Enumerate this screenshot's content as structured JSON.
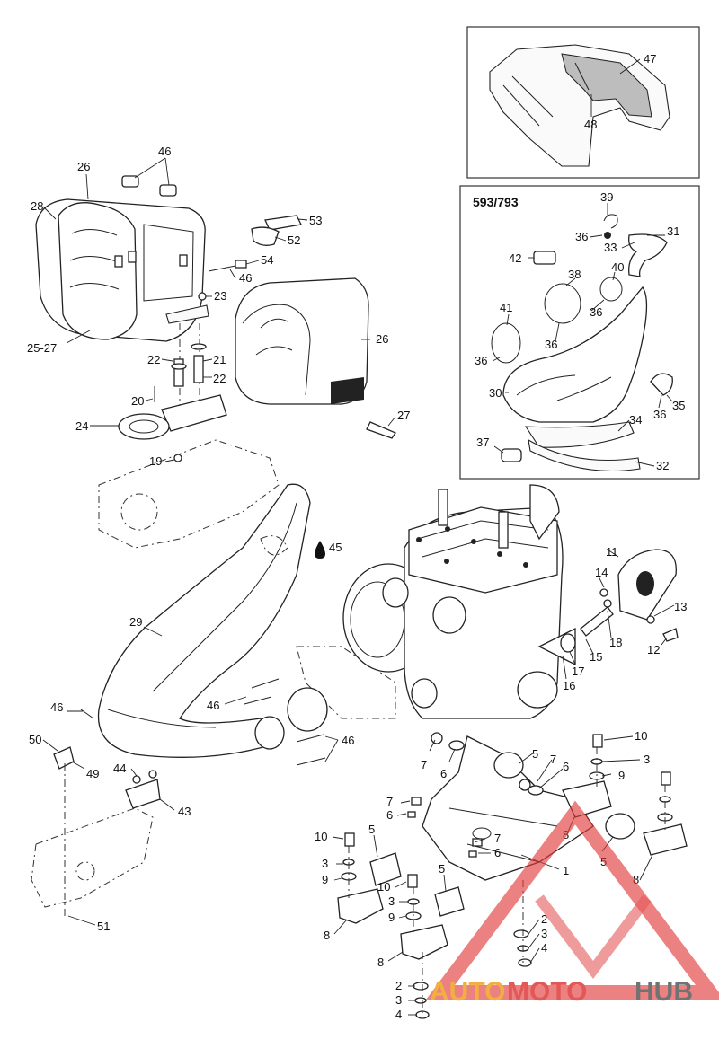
{
  "inset_boxes": {
    "cover_inset": {
      "callouts": [
        "47",
        "48"
      ]
    },
    "model_inset": {
      "title": "593/793",
      "callouts": [
        "39",
        "31",
        "36",
        "33",
        "42",
        "38",
        "40",
        "41",
        "36",
        "36",
        "36",
        "30",
        "34",
        "36",
        "35",
        "37",
        "32"
      ]
    }
  },
  "callouts": {
    "c26a": "26",
    "c46a": "46",
    "c28": "28",
    "c53": "53",
    "c52": "52",
    "c54": "54",
    "c46b": "46",
    "c23": "23",
    "c2527": "25-27",
    "c26b": "26",
    "c22a": "22",
    "c21": "21",
    "c22b": "22",
    "c20": "20",
    "c24": "24",
    "c19": "19",
    "c27": "27",
    "c45": "45",
    "c29": "29",
    "c46c": "46",
    "c46d": "46",
    "c46e": "46",
    "c50": "50",
    "c49": "49",
    "c44": "44",
    "c43": "43",
    "c51": "51",
    "c11": "11",
    "c14": "14",
    "c13": "13",
    "c18": "18",
    "c12": "12",
    "c15": "15",
    "c17": "17",
    "c16": "16",
    "c7a": "7",
    "c6a": "6",
    "c5a": "5",
    "c7b": "7",
    "c6b": "6",
    "c9a": "9",
    "c10a": "10",
    "c3a": "3",
    "c7c": "7",
    "c6c": "6",
    "c7d": "7",
    "c6d": "6",
    "c10b": "10",
    "c5b": "5",
    "c3b": "3",
    "c9b": "9",
    "c8a": "8",
    "c5c": "5",
    "c10c": "10",
    "c3c": "3",
    "c9c": "9",
    "c8b": "8",
    "c1": "1",
    "c5d": "5",
    "c8c": "8",
    "c8d": "8",
    "c2a": "2",
    "c3d": "3",
    "c4a": "4",
    "c2b": "2",
    "c3e": "3",
    "c4b": "4"
  },
  "watermark": {
    "text_auto": "AUTO",
    "text_moto": "MOTO",
    "text_hub": "HUB",
    "color_red": "#e03a3a",
    "color_orange": "#f0a020",
    "color_gray": "#5a5a5a"
  },
  "icons": {
    "oil_drop": "oil-drop-icon"
  }
}
